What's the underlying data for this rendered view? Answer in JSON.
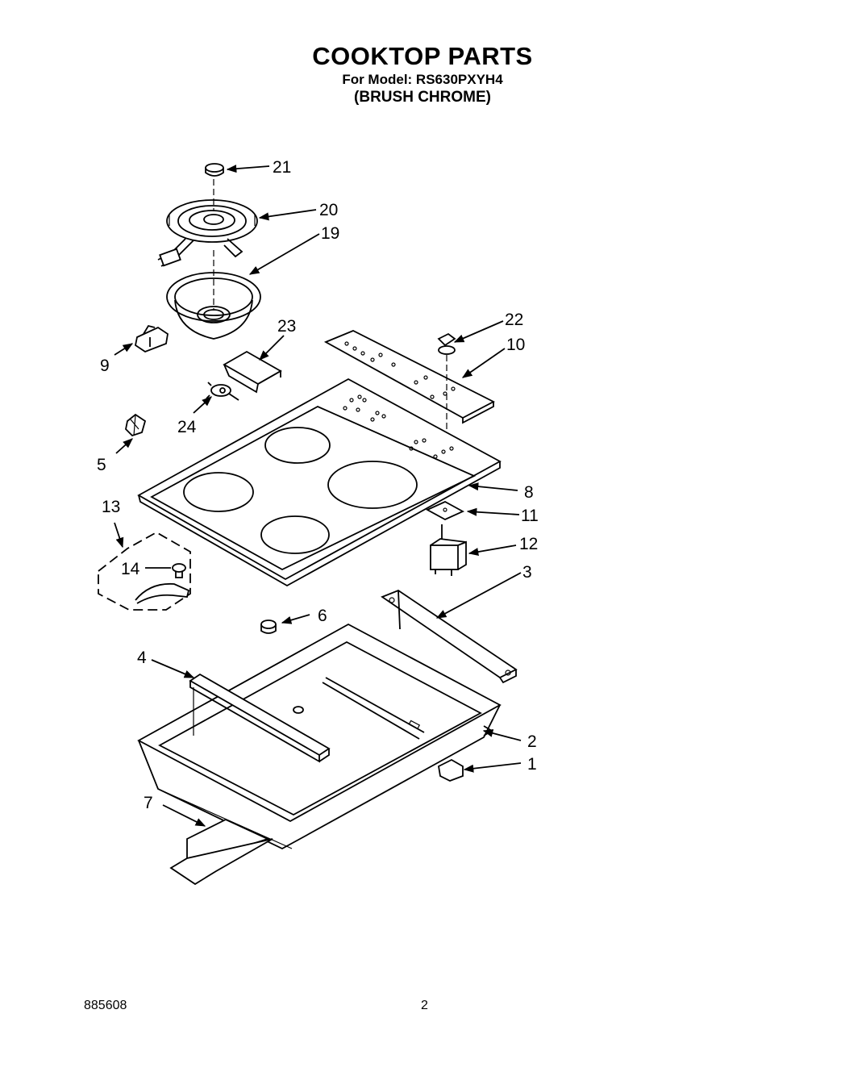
{
  "header": {
    "title": "COOKTOP PARTS",
    "model_line": "For Model: RS630PXYH4",
    "finish": "(BRUSH CHROME)"
  },
  "callouts": {
    "c1": "1",
    "c2": "2",
    "c3": "3",
    "c4": "4",
    "c5": "5",
    "c6": "6",
    "c7": "7",
    "c8": "8",
    "c9": "9",
    "c10": "10",
    "c11": "11",
    "c12": "12",
    "c13": "13",
    "c14": "14",
    "c19": "19",
    "c20": "20",
    "c21": "21",
    "c22": "22",
    "c23": "23",
    "c24": "24"
  },
  "footer": {
    "doc_number": "885608",
    "page_number": "2"
  }
}
